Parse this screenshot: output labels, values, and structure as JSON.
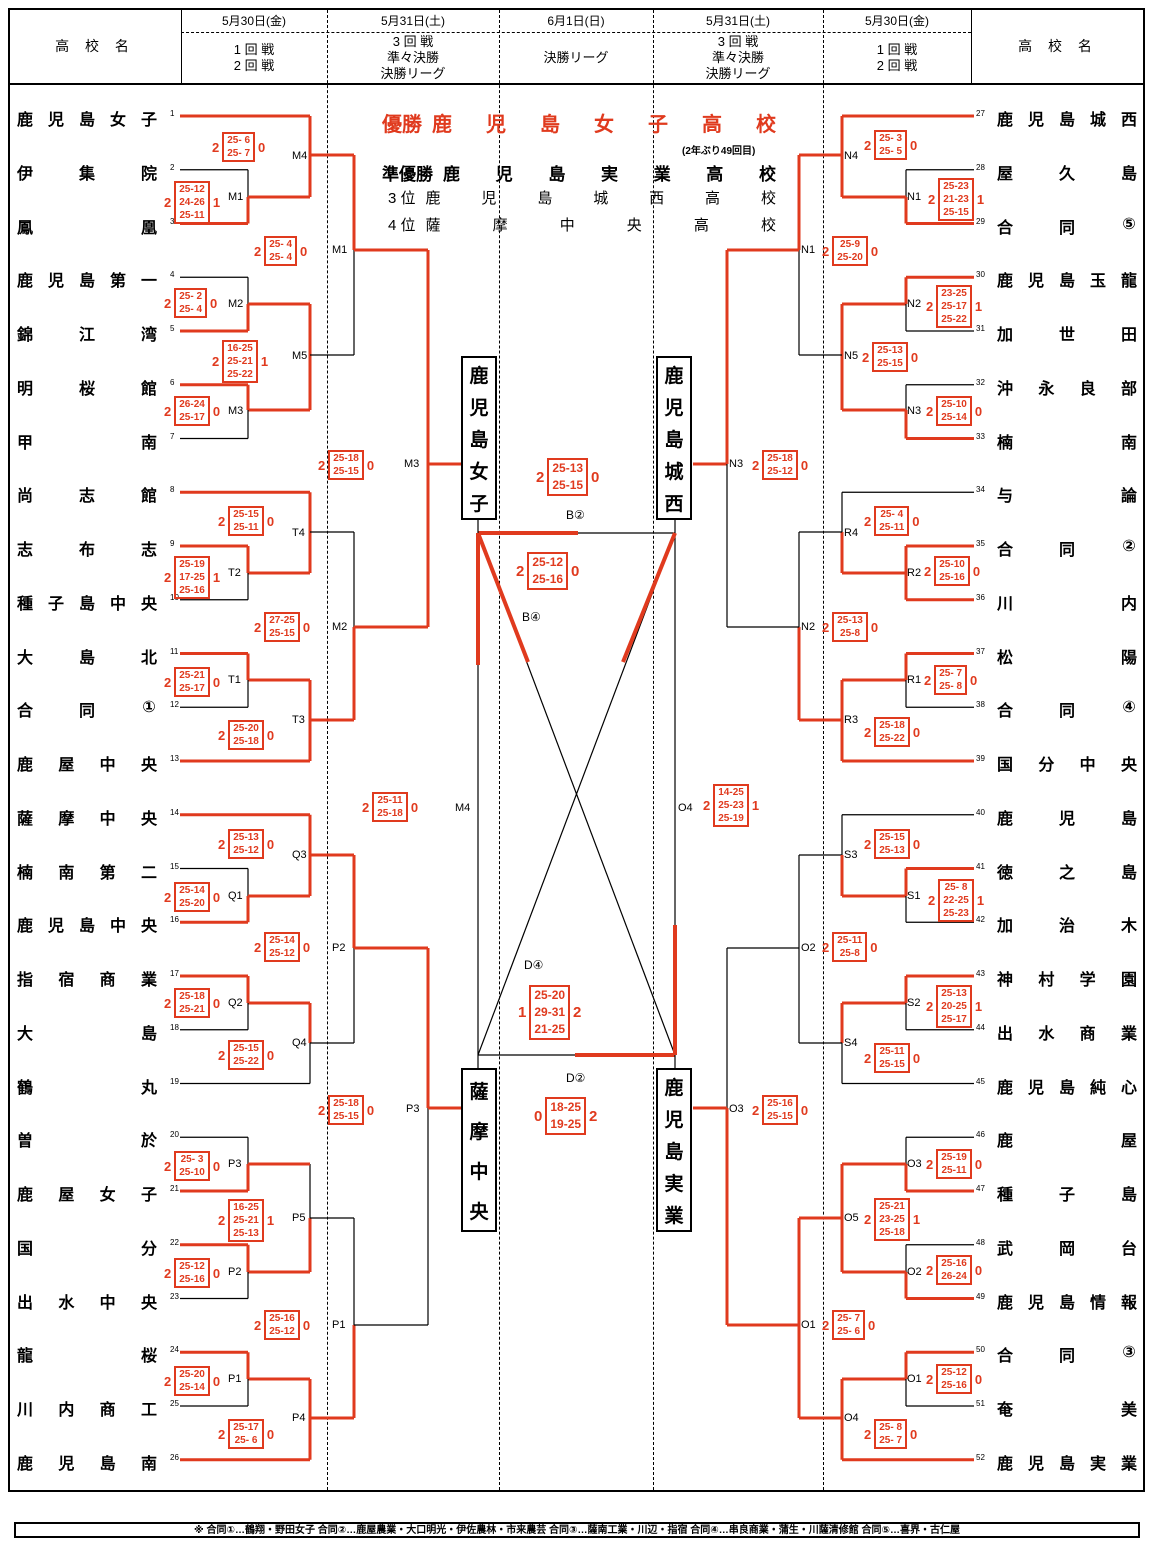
{
  "header": {
    "school_label": "高 校 名",
    "dates": [
      "5月30日(金)",
      "5月31日(土)",
      "6月1日(日)",
      "5月31日(土)",
      "5月30日(金)"
    ],
    "rounds": [
      "1 回 戦\n2 回 戦",
      "3 回 戦\n準々決勝\n決勝リーグ",
      "決勝リーグ",
      "3 回 戦\n準々決勝\n決勝リーグ",
      "1 回 戦\n2 回 戦"
    ]
  },
  "results": {
    "champion_label": "優勝",
    "champion": "鹿児島女子高校",
    "champion_note": "(2年ぶり49回目)",
    "runner_up_label": "準優勝",
    "runner_up": "鹿児島実業高校",
    "third_label": "3 位",
    "third": "鹿児島城西高校",
    "fourth_label": "4 位",
    "fourth": "薩摩中央高校"
  },
  "left_teams": [
    {
      "name": "鹿児島女子",
      "seed": "1"
    },
    {
      "name": "伊集院",
      "seed": "2"
    },
    {
      "name": "鳳凰",
      "seed": "3"
    },
    {
      "name": "鹿児島第一",
      "seed": "4"
    },
    {
      "name": "錦江湾",
      "seed": "5"
    },
    {
      "name": "明桜館",
      "seed": "6"
    },
    {
      "name": "甲南",
      "seed": "7"
    },
    {
      "name": "尚志館",
      "seed": "8"
    },
    {
      "name": "志布志",
      "seed": "9"
    },
    {
      "name": "種子島中央",
      "seed": "10"
    },
    {
      "name": "大島北",
      "seed": "11"
    },
    {
      "name": "合同①",
      "seed": "12"
    },
    {
      "name": "鹿屋中央",
      "seed": "13"
    },
    {
      "name": "薩摩中央",
      "seed": "14"
    },
    {
      "name": "楠南第二",
      "seed": "15"
    },
    {
      "name": "鹿児島中央",
      "seed": "16"
    },
    {
      "name": "指宿商業",
      "seed": "17"
    },
    {
      "name": "大島",
      "seed": "18"
    },
    {
      "name": "鶴丸",
      "seed": "19"
    },
    {
      "name": "曽於",
      "seed": "20"
    },
    {
      "name": "鹿屋女子",
      "seed": "21"
    },
    {
      "name": "国分",
      "seed": "22"
    },
    {
      "name": "出水中央",
      "seed": "23"
    },
    {
      "name": "龍桜",
      "seed": "24"
    },
    {
      "name": "川内商工",
      "seed": "25"
    },
    {
      "name": "鹿児島南",
      "seed": "26"
    }
  ],
  "right_teams": [
    {
      "name": "鹿児島城西",
      "seed": "27"
    },
    {
      "name": "屋久島",
      "seed": "28"
    },
    {
      "name": "合同⑤",
      "seed": "29"
    },
    {
      "name": "鹿児島玉龍",
      "seed": "30"
    },
    {
      "name": "加世田",
      "seed": "31"
    },
    {
      "name": "沖永良部",
      "seed": "32"
    },
    {
      "name": "楠南",
      "seed": "33"
    },
    {
      "name": "与論",
      "seed": "34"
    },
    {
      "name": "合同②",
      "seed": "35"
    },
    {
      "name": "川内",
      "seed": "36"
    },
    {
      "name": "松陽",
      "seed": "37"
    },
    {
      "name": "合同④",
      "seed": "38"
    },
    {
      "name": "国分中央",
      "seed": "39"
    },
    {
      "name": "鹿児島",
      "seed": "40"
    },
    {
      "name": "徳之島",
      "seed": "41"
    },
    {
      "name": "加治木",
      "seed": "42"
    },
    {
      "name": "神村学園",
      "seed": "43"
    },
    {
      "name": "出水商業",
      "seed": "44"
    },
    {
      "name": "鹿児島純心",
      "seed": "45"
    },
    {
      "name": "鹿屋",
      "seed": "46"
    },
    {
      "name": "種子島",
      "seed": "47"
    },
    {
      "name": "武岡台",
      "seed": "48"
    },
    {
      "name": "鹿児島情報",
      "seed": "49"
    },
    {
      "name": "合同③",
      "seed": "50"
    },
    {
      "name": "奄美",
      "seed": "51"
    },
    {
      "name": "鹿児島実業",
      "seed": "52"
    }
  ],
  "scores": [
    {
      "w": "2",
      "sets": [
        "25- 6",
        "25- 7"
      ],
      "l": "0"
    },
    {
      "w": "2",
      "sets": [
        "25-12",
        "24-26",
        "25-11"
      ],
      "l": "1"
    },
    {
      "w": "2",
      "sets": [
        "25- 4",
        "25- 4"
      ],
      "l": "0"
    },
    {
      "w": "2",
      "sets": [
        "25- 2",
        "25- 4"
      ],
      "l": "0"
    },
    {
      "w": "2",
      "sets": [
        "16-25",
        "25-21",
        "25-22"
      ],
      "l": "1"
    },
    {
      "w": "2",
      "sets": [
        "26-24",
        "25-17"
      ],
      "l": "0"
    },
    {
      "w": "2",
      "sets": [
        "25-18",
        "25-15"
      ],
      "l": "0"
    },
    {
      "w": "2",
      "sets": [
        "25-15",
        "25-11"
      ],
      "l": "0"
    },
    {
      "w": "2",
      "sets": [
        "25-19",
        "17-25",
        "25-16"
      ],
      "l": "1"
    },
    {
      "w": "2",
      "sets": [
        "27-25",
        "25-15"
      ],
      "l": "0"
    },
    {
      "w": "2",
      "sets": [
        "25-21",
        "25-17"
      ],
      "l": "0"
    },
    {
      "w": "2",
      "sets": [
        "25-20",
        "25-18"
      ],
      "l": "0"
    },
    {
      "w": "2",
      "sets": [
        "25-11",
        "25-18"
      ],
      "l": "0"
    },
    {
      "w": "2",
      "sets": [
        "25-13",
        "25-12"
      ],
      "l": "0"
    },
    {
      "w": "2",
      "sets": [
        "25-14",
        "25-20"
      ],
      "l": "0"
    },
    {
      "w": "2",
      "sets": [
        "25-14",
        "25-12"
      ],
      "l": "0"
    },
    {
      "w": "2",
      "sets": [
        "25-18",
        "25-21"
      ],
      "l": "0"
    },
    {
      "w": "2",
      "sets": [
        "25-15",
        "25-22"
      ],
      "l": "0"
    },
    {
      "w": "2",
      "sets": [
        "25-18",
        "25-15"
      ],
      "l": "0"
    },
    {
      "w": "2",
      "sets": [
        "25- 3",
        "25-10"
      ],
      "l": "0"
    },
    {
      "w": "2",
      "sets": [
        "16-25",
        "25-21",
        "25-13"
      ],
      "l": "1"
    },
    {
      "w": "2",
      "sets": [
        "25-12",
        "25-16"
      ],
      "l": "0"
    },
    {
      "w": "2",
      "sets": [
        "25-16",
        "25-12"
      ],
      "l": "0"
    },
    {
      "w": "2",
      "sets": [
        "25-20",
        "25-14"
      ],
      "l": "0"
    },
    {
      "w": "2",
      "sets": [
        "25-17",
        "25- 6"
      ],
      "l": "0"
    },
    {
      "w": "2",
      "sets": [
        "25- 3",
        "25- 5"
      ],
      "l": "0"
    },
    {
      "w": "2",
      "sets": [
        "25-23",
        "21-23",
        "25-15"
      ],
      "l": "1"
    },
    {
      "w": "2",
      "sets": [
        "25-9",
        "25-20"
      ],
      "l": "0"
    },
    {
      "w": "2",
      "sets": [
        "23-25",
        "25-17",
        "25-22"
      ],
      "l": "1"
    },
    {
      "w": "2",
      "sets": [
        "25-13",
        "25-15"
      ],
      "l": "0"
    },
    {
      "w": "2",
      "sets": [
        "25-10",
        "25-14"
      ],
      "l": "0"
    },
    {
      "w": "2",
      "sets": [
        "25-18",
        "25-12"
      ],
      "l": "0"
    },
    {
      "w": "2",
      "sets": [
        "25- 4",
        "25-11"
      ],
      "l": "0"
    },
    {
      "w": "2",
      "sets": [
        "25-10",
        "25-16"
      ],
      "l": "0"
    },
    {
      "w": "2",
      "sets": [
        "25-13",
        "25-8"
      ],
      "l": "0"
    },
    {
      "w": "2",
      "sets": [
        "25- 7",
        "25- 8"
      ],
      "l": "0"
    },
    {
      "w": "2",
      "sets": [
        "25-18",
        "25-22"
      ],
      "l": "0"
    },
    {
      "w": "2",
      "sets": [
        "14-25",
        "25-23",
        "25-19"
      ],
      "l": "1"
    },
    {
      "w": "2",
      "sets": [
        "25-15",
        "25-13"
      ],
      "l": "0"
    },
    {
      "w": "2",
      "sets": [
        "25- 8",
        "22-25",
        "25-23"
      ],
      "l": "1"
    },
    {
      "w": "2",
      "sets": [
        "25-11",
        "25-8"
      ],
      "l": "0"
    },
    {
      "w": "2",
      "sets": [
        "25-13",
        "20-25",
        "25-17"
      ],
      "l": "1"
    },
    {
      "w": "2",
      "sets": [
        "25-11",
        "25-15"
      ],
      "l": "0"
    },
    {
      "w": "2",
      "sets": [
        "25-16",
        "25-15"
      ],
      "l": "0"
    },
    {
      "w": "2",
      "sets": [
        "25-19",
        "25-11"
      ],
      "l": "0"
    },
    {
      "w": "2",
      "sets": [
        "25-21",
        "23-25",
        "25-18"
      ],
      "l": "1"
    },
    {
      "w": "2",
      "sets": [
        "25-16",
        "26-24"
      ],
      "l": "0"
    },
    {
      "w": "2",
      "sets": [
        "25- 7",
        "25- 6"
      ],
      "l": "0"
    },
    {
      "w": "2",
      "sets": [
        "25-12",
        "25-16"
      ],
      "l": "0"
    },
    {
      "w": "2",
      "sets": [
        "25- 8",
        "25- 7"
      ],
      "l": "0"
    },
    {
      "w": "2",
      "sets": [
        "25-13",
        "25-15"
      ],
      "l": "0"
    },
    {
      "w": "2",
      "sets": [
        "25-12",
        "25-16"
      ],
      "l": "0"
    },
    {
      "w": "1",
      "sets": [
        "25-20",
        "29-31",
        "21-25"
      ],
      "l": "2"
    },
    {
      "w": "0",
      "sets": [
        "18-25",
        "19-25"
      ],
      "l": "2"
    }
  ],
  "codes": [
    "M4",
    "M1",
    "M1",
    "M2",
    "M5",
    "M3",
    "M3",
    "T4",
    "T2",
    "M2",
    "T1",
    "T3",
    "M4",
    "Q3",
    "Q1",
    "P2",
    "Q2",
    "Q4",
    "P3",
    "P3",
    "P5",
    "P2",
    "P1",
    "P1",
    "P4",
    "N4",
    "N1",
    "N1",
    "N2",
    "N5",
    "N3",
    "N3",
    "R4",
    "R2",
    "N2",
    "R1",
    "R3",
    "O4",
    "S3",
    "S1",
    "O2",
    "S2",
    "S4",
    "O3",
    "O3",
    "O5",
    "O2",
    "O1",
    "O1",
    "O4"
  ],
  "league": {
    "b2": "B②",
    "b4": "B④",
    "d4": "D④",
    "d2": "D②"
  },
  "finalists": [
    "鹿児島女子",
    "鹿児島城西",
    "薩摩中央",
    "鹿児島実業"
  ],
  "footnote": "※ 合同①…鶴翔・野田女子 合同②…鹿屋農業・大口明光・伊佐農林・市来農芸 合同③…薩南工業・川辺・指宿 合同④…串良商業・蒲生・川薩清修館 合同⑤…喜界・古仁屋",
  "colors": {
    "accent": "#e03a1e",
    "line": "#000000"
  }
}
